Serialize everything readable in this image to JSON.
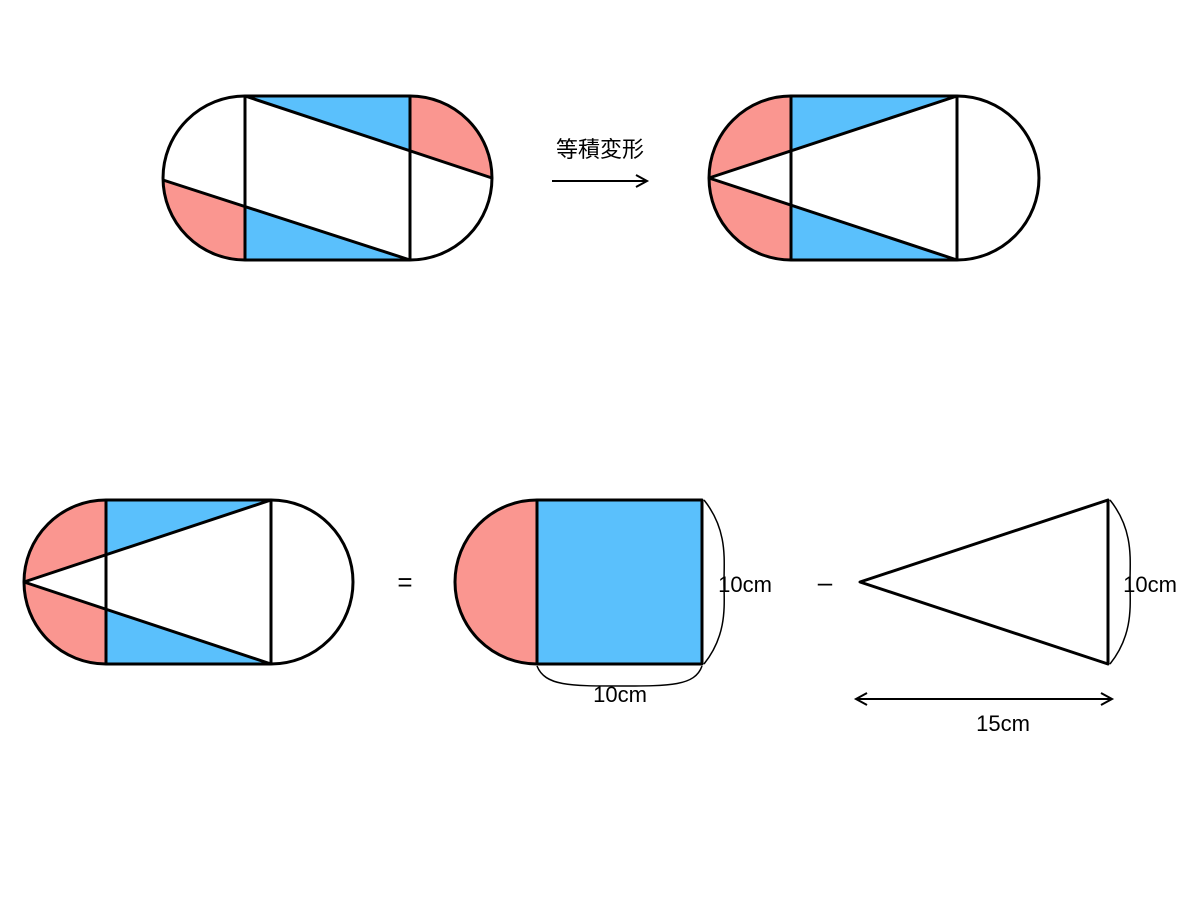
{
  "transform_label": "等積変形",
  "equals_sign": "=",
  "minus_sign": "–",
  "square_side_label": "10cm",
  "square_bottom_label": "10cm",
  "triangle_height_label": "10cm",
  "triangle_base_label": "15cm",
  "colors": {
    "red": "#fa9690",
    "blue": "#5ac0fc",
    "yellow": "#fdfd6a",
    "stroke": "#000000"
  }
}
